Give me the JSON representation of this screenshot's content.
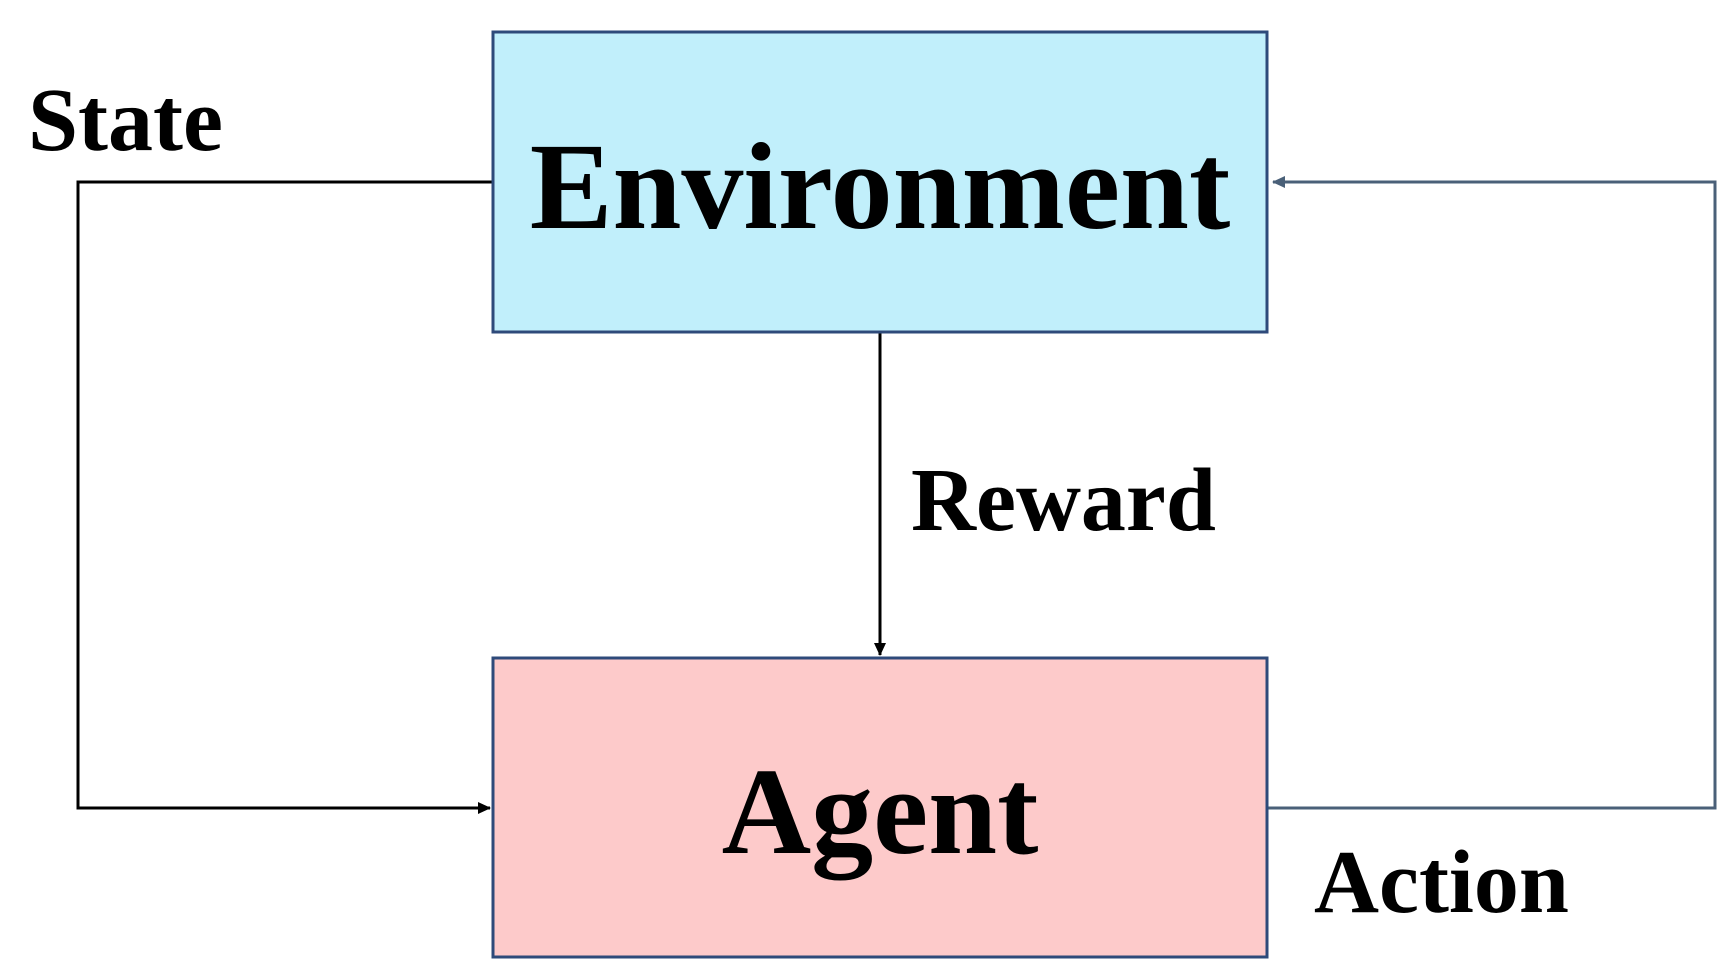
{
  "nodes": {
    "environment": {
      "label": "Environment",
      "fill": "#C1EFFB",
      "stroke": "#2E4A7A"
    },
    "agent": {
      "label": "Agent",
      "fill": "#FDCACA",
      "stroke": "#2E4A7A"
    }
  },
  "edges": {
    "state": {
      "label": "State",
      "color": "#000000"
    },
    "reward": {
      "label": "Reward",
      "color": "#000000"
    },
    "action": {
      "label": "Action",
      "color": "#4A6078"
    }
  }
}
